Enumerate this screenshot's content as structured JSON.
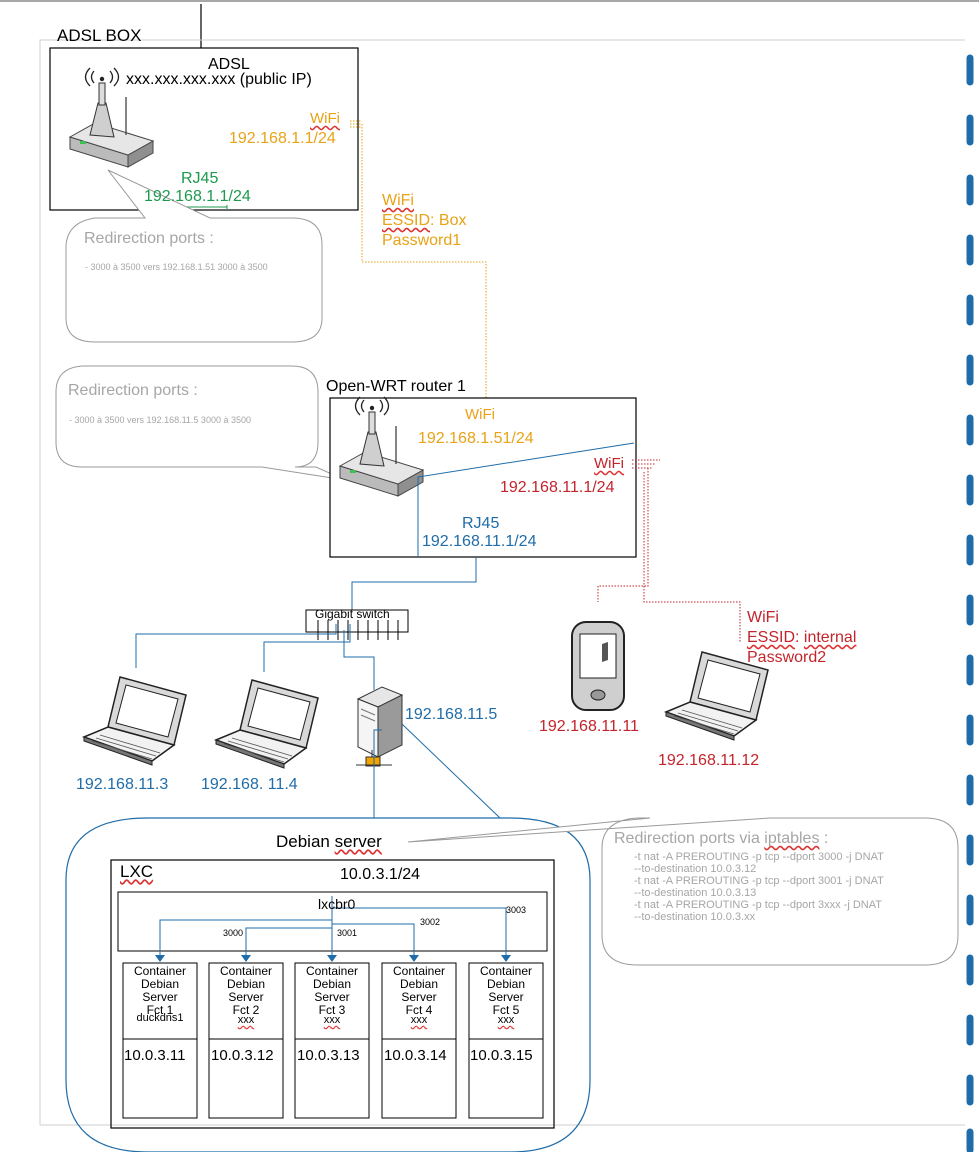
{
  "page_title": "ADSL BOX",
  "adsl": {
    "title": "ADSL",
    "public_ip": "xxx.xxx.xxx.xxx (public IP)",
    "wifi_label": "WiFi",
    "wifi_ip": "192.168.1.1/24",
    "rj45_label": "RJ45",
    "rj45_ip": "192.168.1.1/24"
  },
  "wifi_box": {
    "label": "WiFi",
    "essid": "ESSID: Box",
    "password": "Password1"
  },
  "callout_adsl": {
    "title": "Redirection ports :",
    "text": "- 3000 à 3500 vers 192.168.1.51 3000 à 3500"
  },
  "callout_router": {
    "title": "Redirection ports :",
    "text": "- 3000 à 3500 vers 192.168.11.5 3000 à 3500"
  },
  "router": {
    "title": "Open-WRT router 1",
    "wifi_label": "WiFi",
    "wifi_ip": "192.168.1.51/24",
    "wifi2_label": "WiFi",
    "wifi2_ip": "192.168.11.1/24",
    "rj45_label": "RJ45",
    "rj45_ip": "192.168.11.1/24"
  },
  "switch_label": "Gigabit switch",
  "wifi_internal": {
    "label": "WiFi",
    "essid": "ESSID: internal",
    "password": "Password2"
  },
  "devices": {
    "laptop1": "192.168.11.3",
    "laptop2": "192.168.  11.4",
    "server": "192.168.11.5",
    "phone": "192.168.11.11",
    "laptop3": "192.168.11.12"
  },
  "debian": {
    "title": "Debian server",
    "lxc_label": "LXC",
    "lxc_ip": "10.0.3.1/24",
    "bridge": "lxcbr0",
    "ports": [
      "3000",
      "3001",
      "3002",
      "3003"
    ]
  },
  "callout_iptables": {
    "title": "Redirection ports via iptables :",
    "lines": [
      "-t nat -A PREROUTING -p tcp --dport 3000 -j DNAT",
      "--to-destination 10.0.3.12",
      "-t nat -A PREROUTING -p tcp --dport 3001 -j DNAT",
      "--to-destination 10.0.3.13",
      "-t nat -A PREROUTING -p tcp --dport 3xxx -j DNAT",
      "--to-destination 10.0.3.xx"
    ]
  },
  "containers": [
    {
      "line1": "Container",
      "line2": "Debian",
      "line3": "Server",
      "line4": "Fct 1",
      "service": "duckdns1",
      "ip": "10.0.3.11"
    },
    {
      "line1": "Container",
      "line2": "Debian",
      "line3": "Server",
      "line4": "Fct 2",
      "service": "xxx",
      "ip": "10.0.3.12"
    },
    {
      "line1": "Container",
      "line2": "Debian",
      "line3": "Server",
      "line4": "Fct 3",
      "service": "xxx",
      "ip": "10.0.3.13"
    },
    {
      "line1": "Container",
      "line2": "Debian",
      "line3": "Server",
      "line4": "Fct 4",
      "service": "xxx",
      "ip": "10.0.3.14"
    },
    {
      "line1": "Container",
      "line2": "Debian",
      "line3": "Server",
      "line4": "Fct 5",
      "service": "xxx",
      "ip": "10.0.3.15"
    }
  ]
}
